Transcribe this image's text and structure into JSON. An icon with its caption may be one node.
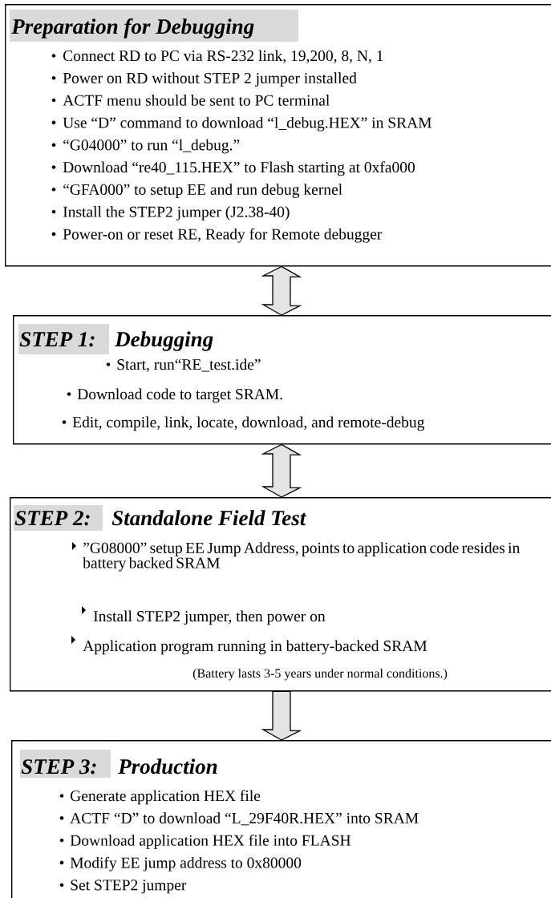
{
  "diagram": {
    "nodes": [
      {
        "text": [
          "Preparation for Debugging",
          "Connect RD to PC via RS-232 link, 19,200, 8, N, 1",
          "Power on RD without STEP 2 jumper installed",
          "ACTF menu should be sent to PC terminal",
          "Use “D” command to download “l_debug.HEX” in SRAM",
          "“G04000” to run “l_debug.”",
          "Download “re40_115.HEX” to Flash starting at 0xfa000",
          "“GFA000”  to setup EE and run debug kernel",
          "Install the STEP2 jumper (J2.38-40)",
          "Power-on or reset RE, Ready for Remote debugger"
        ]
      },
      {
        "text": [
          "STEP 1:",
          "Debugging",
          "Start, run“RE_test.ide”",
          "Download code to target SRAM.",
          "Edit, compile, link, locate, download, and remote-debug"
        ]
      },
      {
        "text": [
          "STEP 2:",
          "Standalone Field Test",
          "”G08000” setup EE Jump Address, points to application code resides in battery backed SRAM",
          "Install STEP2 jumper, then power on",
          "Application program running in battery-backed SRAM",
          "(Battery lasts 3-5 years under normal conditions.)"
        ]
      },
      {
        "text": [
          "STEP 3:",
          "Production",
          "Generate application HEX file",
          "ACTF “D” to download “L_29F40R.HEX” into SRAM",
          "Download application HEX file into FLASH",
          "Modify EE jump address to 0x80000",
          "Set STEP2 jumper"
        ]
      }
    ],
    "edges": [
      {
        "from": 0,
        "to": 1,
        "arrow": "both"
      },
      {
        "from": 1,
        "to": 2,
        "arrow": "both"
      },
      {
        "from": 2,
        "to": 3,
        "arrow": "to"
      }
    ]
  }
}
